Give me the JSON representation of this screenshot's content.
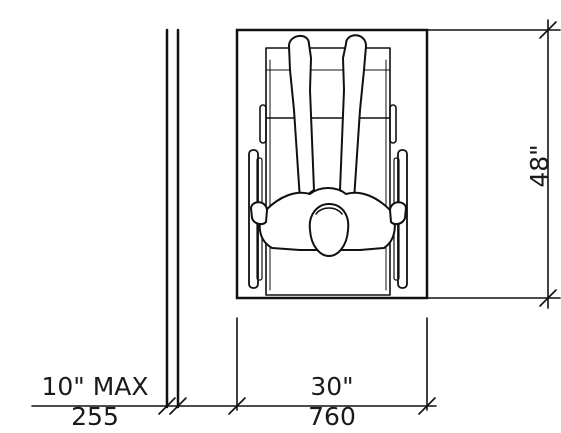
{
  "figure": {
    "depth_dimension": "48\"",
    "width_dimension_imperial": "30\"",
    "width_dimension_metric": "760",
    "offset_dimension_imperial": "10\" MAX",
    "offset_dimension_metric": "255"
  },
  "colors": {
    "line": "#111111",
    "background": "#ffffff"
  }
}
